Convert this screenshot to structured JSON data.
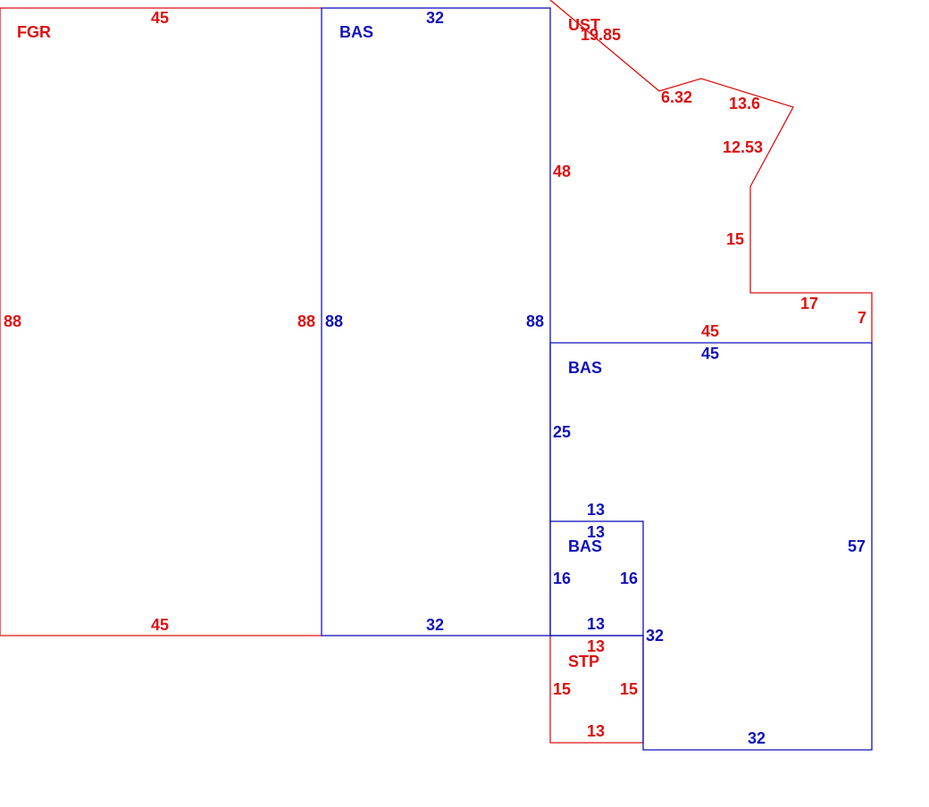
{
  "colors": {
    "red": "#dd1111",
    "blue": "#1111bb",
    "background": "#ffffff"
  },
  "areas": {
    "fgr": {
      "label": "FGR",
      "dims": {
        "top": "45",
        "bottom": "45",
        "left": "88",
        "right": "88"
      }
    },
    "bas_main": {
      "label": "BAS",
      "dims": {
        "top": "32",
        "bottom": "32",
        "left": "88",
        "right": "88"
      }
    },
    "ust": {
      "label": "UST",
      "dims": {
        "diag_top": "19.85",
        "seg_a": "6.32",
        "seg_b": "13.6",
        "seg_c": "12.53",
        "vert": "15",
        "horiz": "17",
        "short": "7",
        "bottom": "45",
        "left": "48"
      }
    },
    "bas_right": {
      "label": "BAS",
      "dims": {
        "top": "45",
        "left": "25",
        "right": "57",
        "bottom": "32",
        "step": "32"
      }
    },
    "bas_small": {
      "label": "BAS",
      "dims": {
        "top_outer": "13",
        "top_inner": "13",
        "left": "16",
        "right": "16",
        "bottom": "13"
      }
    },
    "stp": {
      "label": "STP",
      "dims": {
        "top": "13",
        "left": "15",
        "right": "15",
        "bottom": "13"
      }
    }
  }
}
